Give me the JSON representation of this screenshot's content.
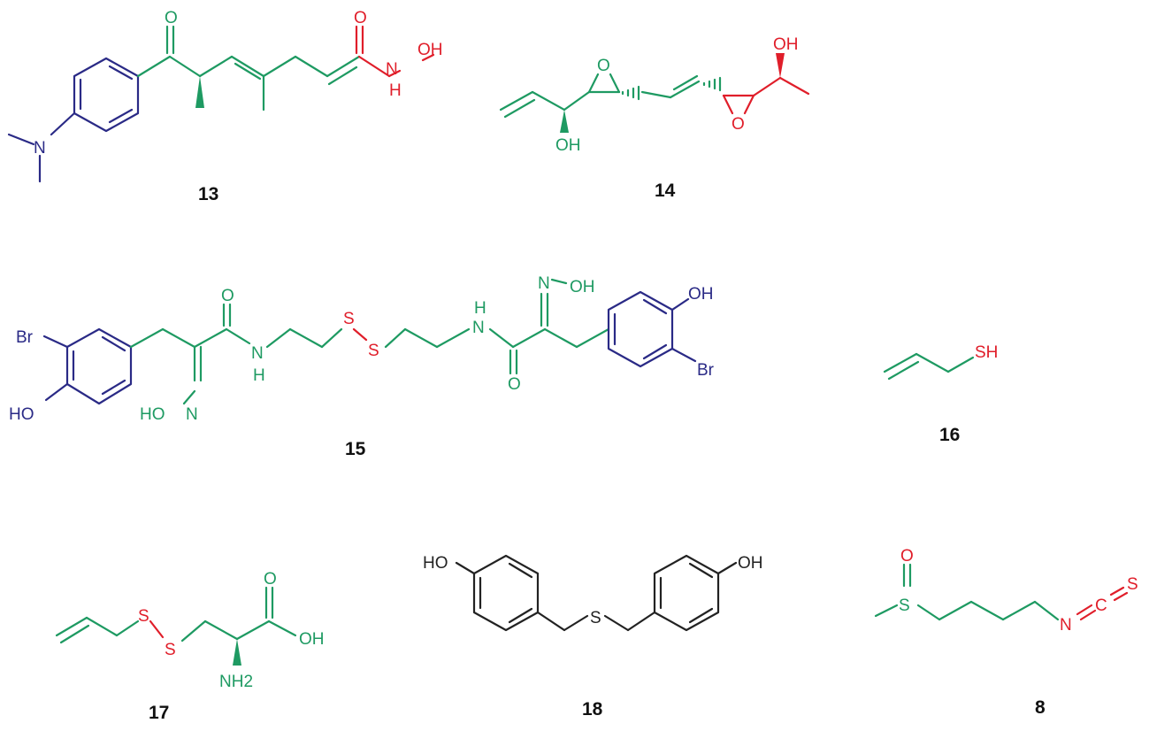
{
  "colors": {
    "chain": "#1e9a62",
    "aromatic_ring": "#2a2a86",
    "highlight": "#e01e2a",
    "plain": "#222222"
  },
  "compounds": [
    {
      "number": "13",
      "atom_labels": [
        "O",
        "N",
        "O",
        "H",
        "OH",
        "N"
      ]
    },
    {
      "number": "14",
      "atom_labels": [
        "O",
        "OH",
        "OH",
        "O"
      ]
    },
    {
      "number": "15",
      "atom_labels": [
        "Br",
        "HO",
        "O",
        "N",
        "H",
        "HO",
        "N",
        "S",
        "S",
        "N",
        "H",
        "O",
        "N",
        "OH",
        "OH",
        "Br"
      ]
    },
    {
      "number": "16",
      "atom_labels": [
        "SH"
      ]
    },
    {
      "number": "17",
      "atom_labels": [
        "S",
        "S",
        "O",
        "OH",
        "NH2"
      ]
    },
    {
      "number": "18",
      "atom_labels": [
        "HO",
        "S",
        "OH"
      ]
    },
    {
      "number": "8",
      "atom_labels": [
        "O",
        "S",
        "N",
        "C",
        "S"
      ]
    }
  ]
}
